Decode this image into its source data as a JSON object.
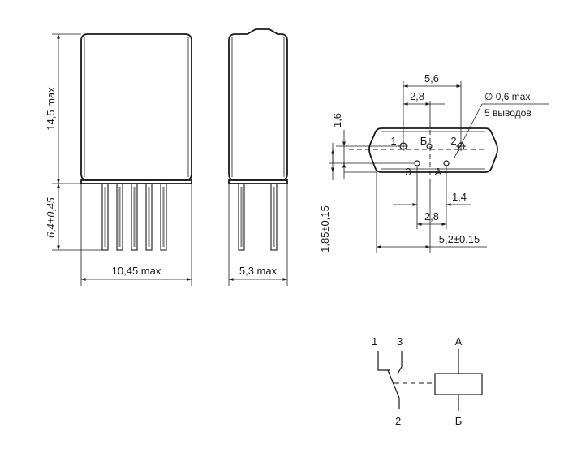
{
  "front_view": {
    "height_label": "14,5 max",
    "lead_label": "6,4±0,45",
    "width_label": "10,45 max"
  },
  "side_view": {
    "width_label": "5,3 max"
  },
  "bottom_view": {
    "dim_5_6": "5,6",
    "dim_2_8_top": "2,8",
    "dim_1_6": "1,6",
    "dim_1_4": "1,4",
    "dim_2_8_bottom": "2,8",
    "dim_1_85": "1,85±0,15",
    "dim_5_2": "5,2±0,15",
    "hole_note_line1": "∅ 0,6 max",
    "hole_note_line2": "5 выводов",
    "pins": {
      "p1": "1",
      "p2": "2",
      "p3": "3",
      "pA": "А",
      "pB": "Б"
    }
  },
  "schematic": {
    "contact_1": "1",
    "contact_3": "3",
    "contact_2": "2",
    "coil_top": "А",
    "coil_bottom": "Б"
  }
}
